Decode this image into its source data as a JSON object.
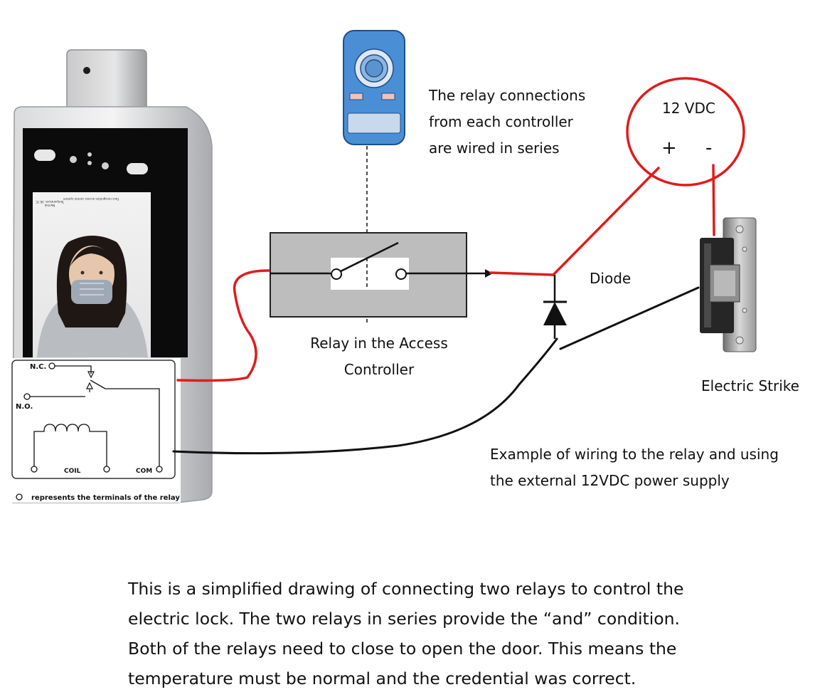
{
  "labels": {
    "relay_note": [
      "The relay connections",
      "from each controller",
      "are wired in series"
    ],
    "power": {
      "voltage": "12 VDC",
      "plus": "+",
      "minus": "-"
    },
    "diode": "Diode",
    "relay_box": [
      "Relay in the Access",
      "Controller"
    ],
    "strike": "Electric Strike",
    "example": [
      "Example of wiring to the relay and using",
      "the external 12VDC power supply"
    ]
  },
  "schematic": {
    "nc": "N.C.",
    "no": "N.O.",
    "coil": "COIL",
    "com": "COM",
    "legend": "represents the terminals of the relay"
  },
  "device_screen_text": [
    "Face recognition access control system",
    "Temperature: 36.7C",
    "Normal"
  ],
  "description": [
    "This is a simplified drawing of connecting two relays to control the",
    "electric lock. The two relays in series provide the “and” condition.",
    "Both of the relays need to close to open the door.  This means the",
    "temperature must be normal and the credential was correct."
  ],
  "colors": {
    "wire_positive": "#e11b1b",
    "wire_negative": "#111111",
    "reader_blue": "#4a8fd6",
    "relay_box": "#bdbdbd"
  }
}
